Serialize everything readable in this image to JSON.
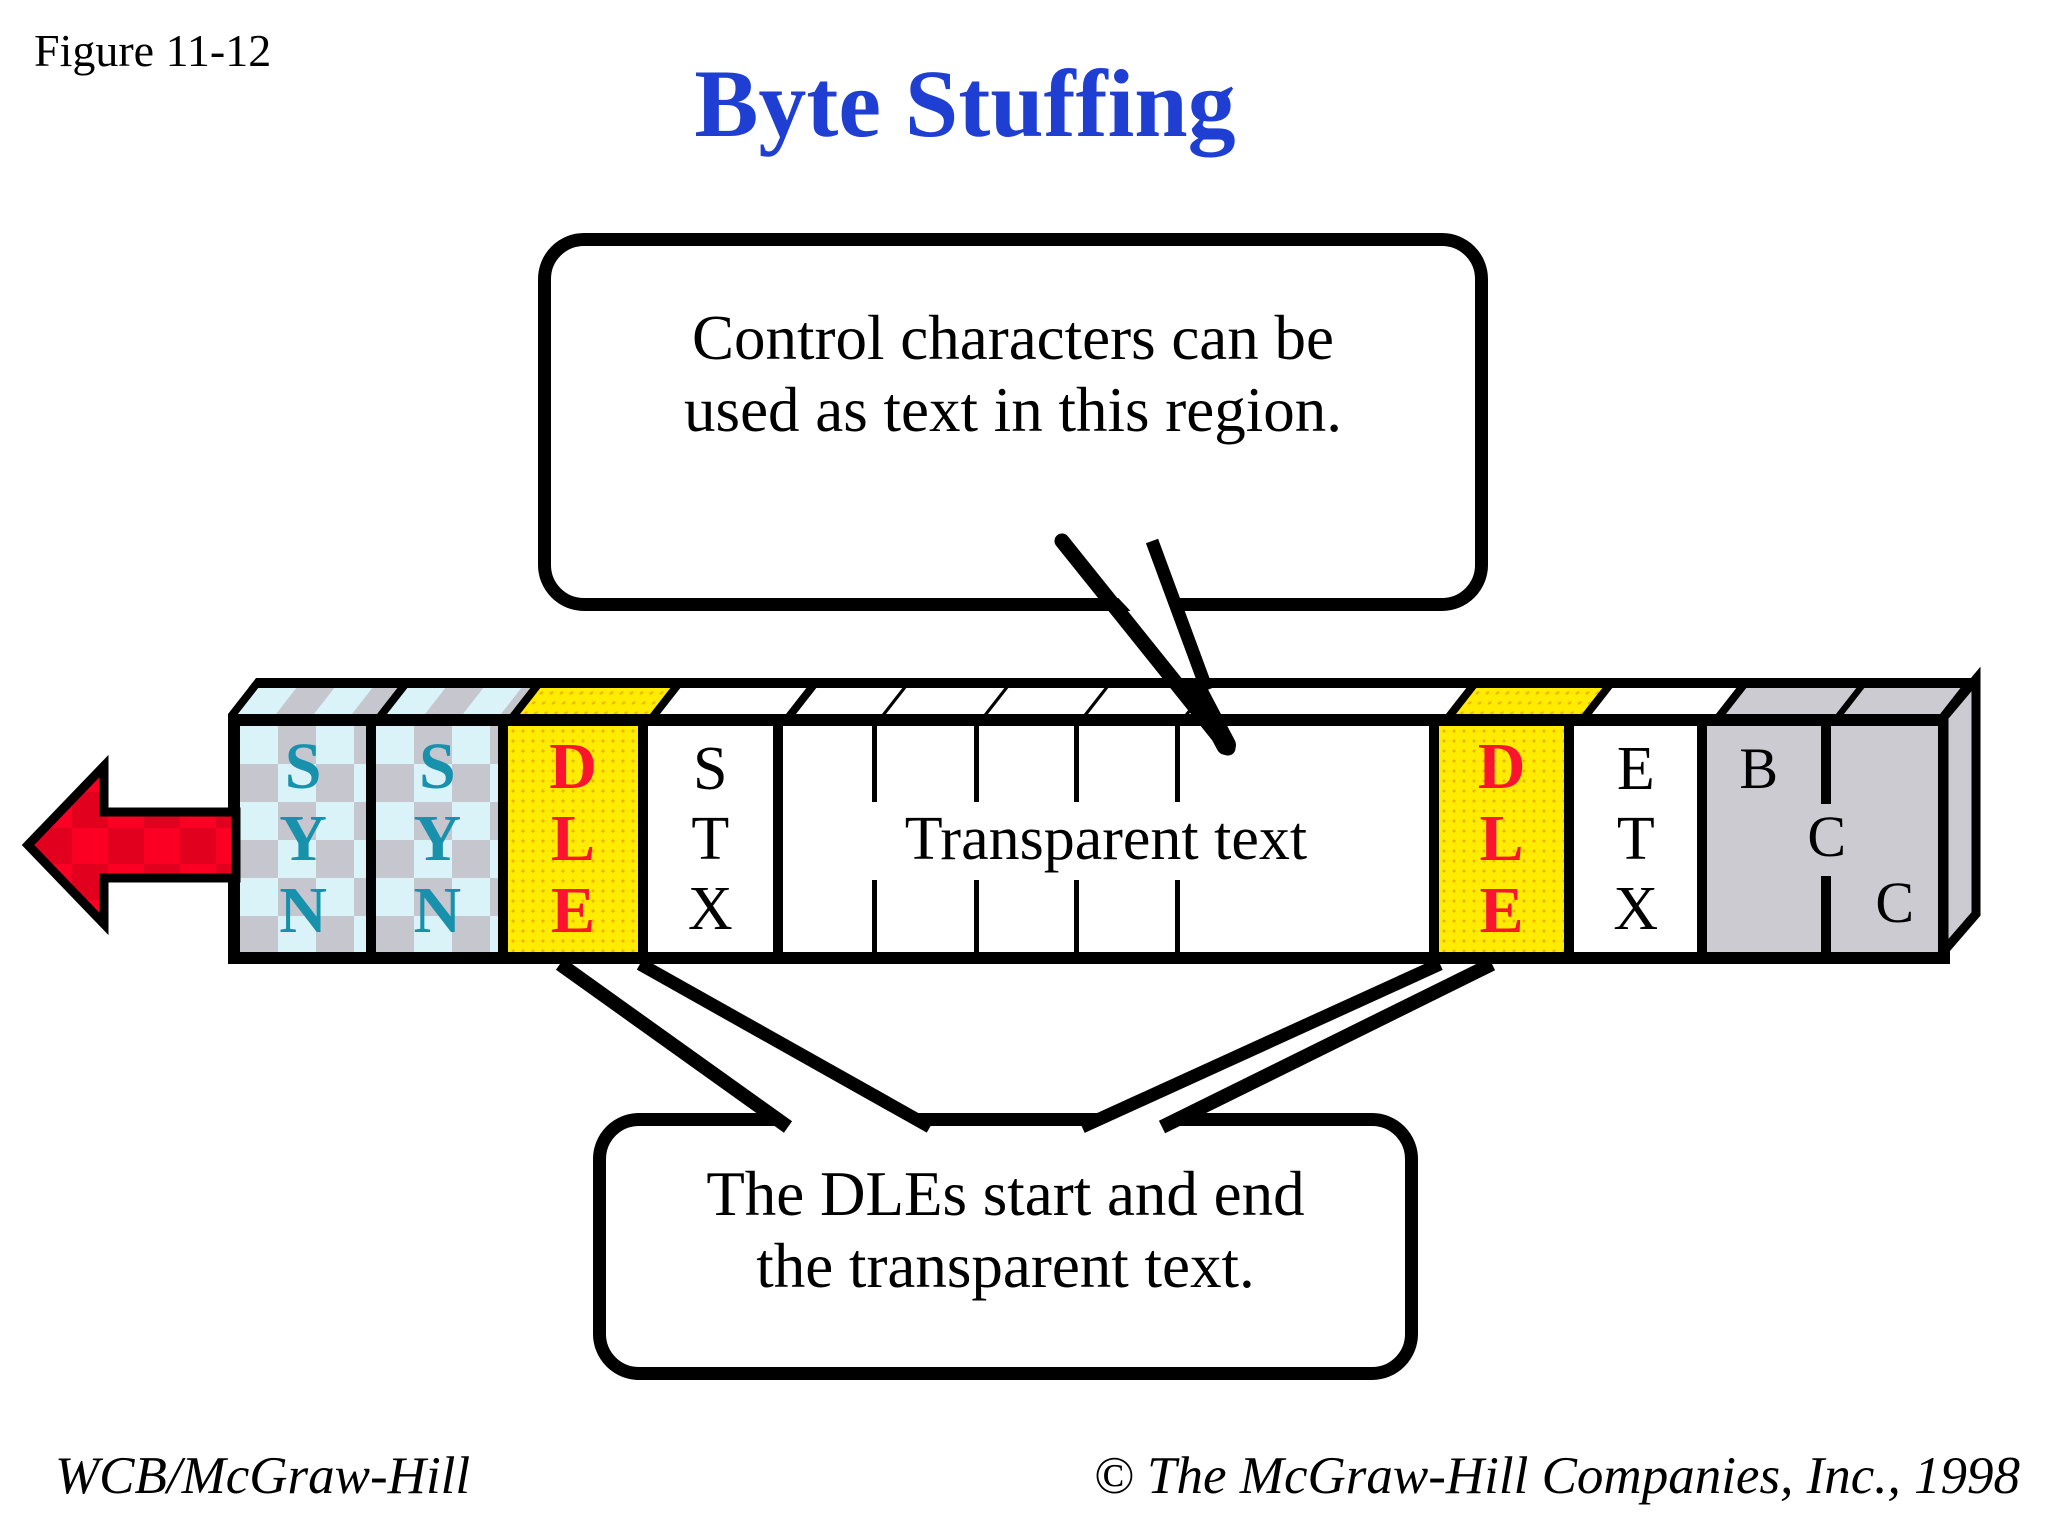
{
  "page": {
    "figure_label": "Figure 11-12",
    "title": "Byte Stuffing",
    "footer_left": "WCB/McGraw-Hill",
    "footer_right": "© The McGraw-Hill Companies, Inc., 1998"
  },
  "callouts": {
    "top": {
      "line1": "Control characters can be",
      "line2": "used as text in this region."
    },
    "bottom": {
      "line1": "The DLEs start and end",
      "line2": "the transparent text."
    }
  },
  "frame": {
    "direction": "left",
    "fields": [
      {
        "name": "SYN",
        "letters": [
          "S",
          "Y",
          "N"
        ]
      },
      {
        "name": "SYN",
        "letters": [
          "S",
          "Y",
          "N"
        ]
      },
      {
        "name": "DLE",
        "letters": [
          "D",
          "L",
          "E"
        ]
      },
      {
        "name": "STX",
        "letters": [
          "S",
          "T",
          "X"
        ]
      },
      {
        "name": "Transparent text",
        "label": "Transparent text"
      },
      {
        "name": "DLE",
        "letters": [
          "D",
          "L",
          "E"
        ]
      },
      {
        "name": "ETX",
        "letters": [
          "E",
          "T",
          "X"
        ]
      },
      {
        "name": "BCC",
        "letters": [
          "B",
          "C",
          "C"
        ]
      }
    ]
  },
  "colors": {
    "title-blue": "#1e3fd2",
    "syn-teal": "#1791ac",
    "dle-yellow": "#ffec00",
    "dle-red": "#fa1430",
    "arrow-red": "#fb0023",
    "arrow-red-dark": "#e2001f",
    "bcc-gray": "#cbcbd1"
  }
}
